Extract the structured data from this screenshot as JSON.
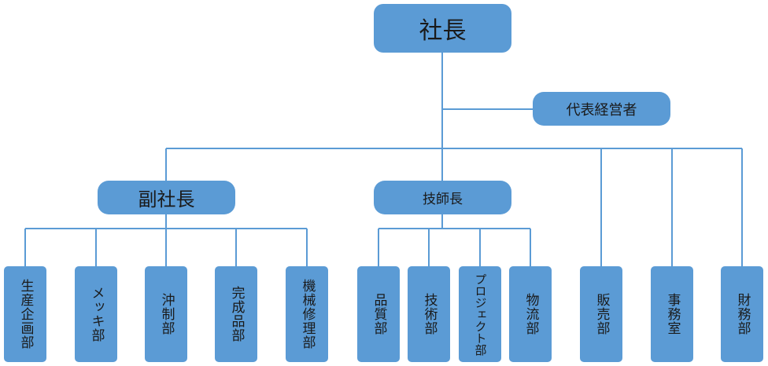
{
  "colors": {
    "node_fill": "#5b9bd5",
    "line": "#5b9bd5",
    "text": "#1a1a1a"
  },
  "org": {
    "president": "社長",
    "representative": "代表経営者",
    "vice_president": "副社長",
    "chief_engineer": "技師長",
    "vp_depts": [
      "生産企画部",
      "メッキ部",
      "沖制部",
      "完成品部",
      "機械修理部"
    ],
    "ce_depts": [
      "品質部",
      "技術部",
      "プロジェクト部",
      "物流部"
    ],
    "direct_depts": [
      "販売部",
      "事務室",
      "財務部"
    ]
  }
}
